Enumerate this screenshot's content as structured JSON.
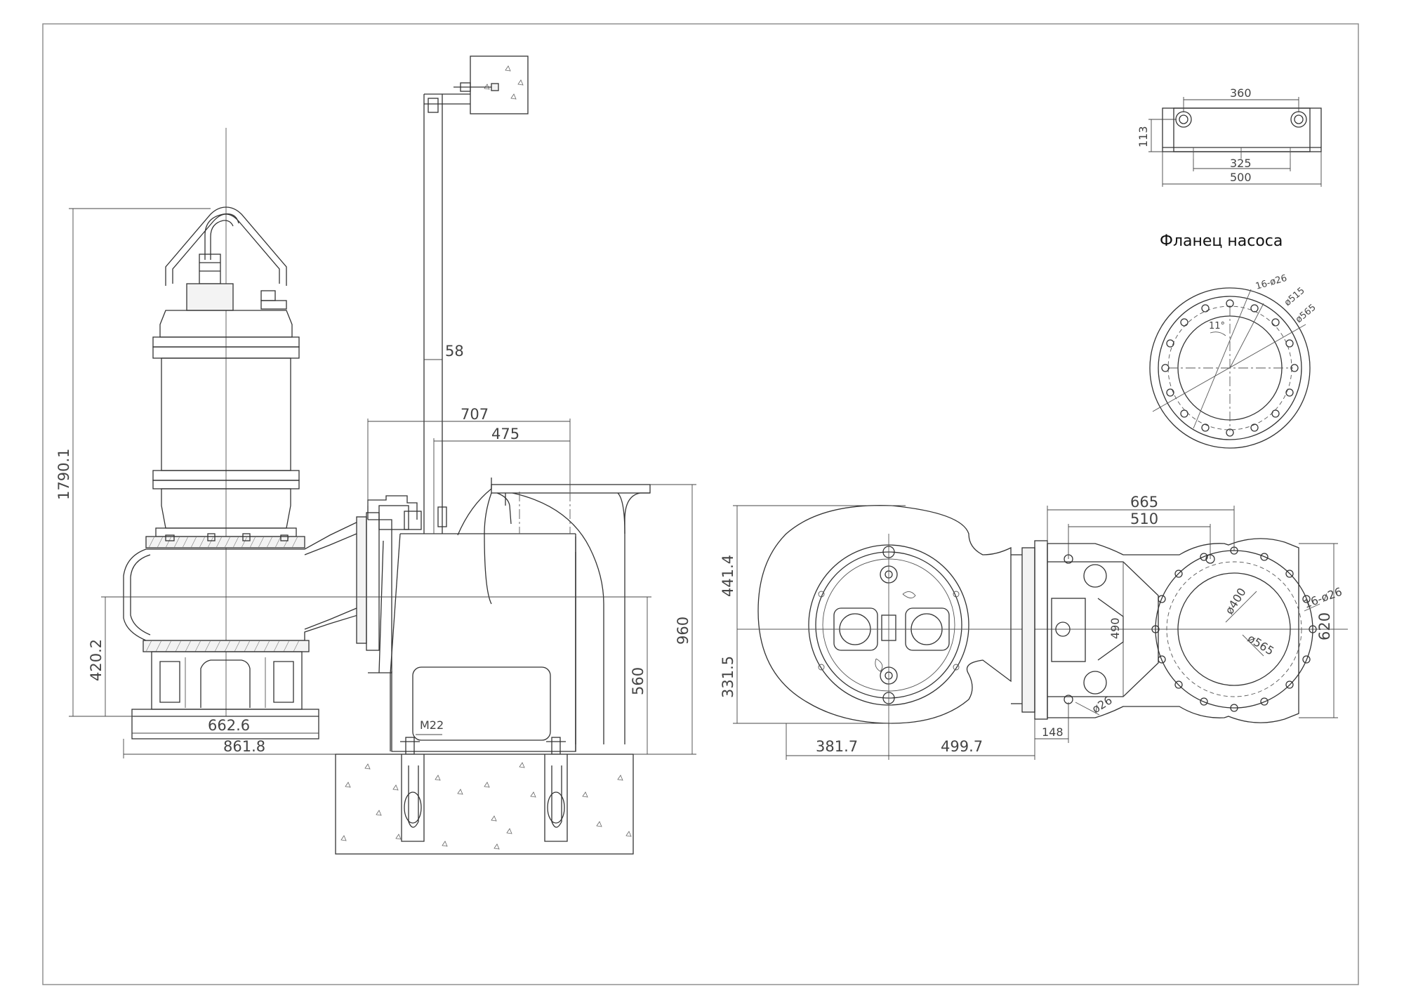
{
  "title": "Фланец насоса",
  "dimensions": {
    "d1790": "1790.1",
    "d58": "58",
    "d707": "707",
    "d475": "475",
    "d420": "420.2",
    "d960": "960",
    "d560": "560",
    "d662": "662.6",
    "d861": "861.8",
    "m22": "M22",
    "d441": "441.4",
    "d331": "331.5",
    "d381": "381.7",
    "d499": "499.7",
    "d148": "148",
    "d665": "665",
    "d510": "510",
    "d490": "490",
    "d620": "620",
    "d400": "ø400",
    "d565": "ø565",
    "d16_26": "16-ø26",
    "d26": "ø26",
    "d360": "360",
    "d113": "113",
    "d325": "325",
    "d500": "500",
    "f16_26": "16-ø26",
    "f515": "ø515",
    "f565": "ø565",
    "f11": "11°"
  }
}
